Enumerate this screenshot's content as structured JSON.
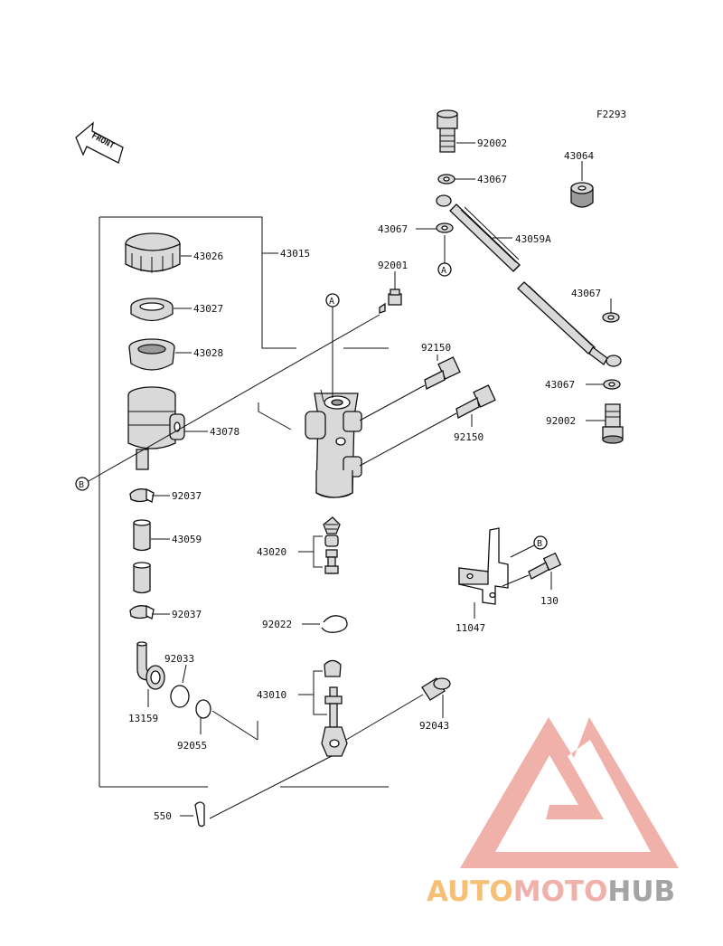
{
  "figure_code": "F2293",
  "front_arrow_label": "FRONT",
  "callouts": {
    "a": "A",
    "b": "B"
  },
  "parts": {
    "p92002_top": "92002",
    "p43064": "43064",
    "p43067_top": "43067",
    "p43067_mid": "43067",
    "p43059A": "43059A",
    "p43026": "43026",
    "p43015": "43015",
    "p92001": "92001",
    "p43027": "43027",
    "p43028": "43028",
    "p43067_right": "43067",
    "p92150_top": "92150",
    "p43067_low": "43067",
    "p43078": "43078",
    "p92002_low": "92002",
    "p92150_mid": "92150",
    "p92037_top": "92037",
    "p43059": "43059",
    "p43020": "43020",
    "p130": "130",
    "p92037_low": "92037",
    "p92022": "92022",
    "p11047": "11047",
    "p92033": "92033",
    "p43010": "43010",
    "p13159": "13159",
    "p92055": "92055",
    "p92043": "92043",
    "p550": "550"
  },
  "watermark": {
    "part1": "AUTO",
    "part2": "MOTO",
    "part3": "HUB"
  },
  "colors": {
    "watermark_red": "#f0a9a2",
    "watermark_orange": "#f6b968",
    "watermark_gray": "#9b9b9b"
  }
}
